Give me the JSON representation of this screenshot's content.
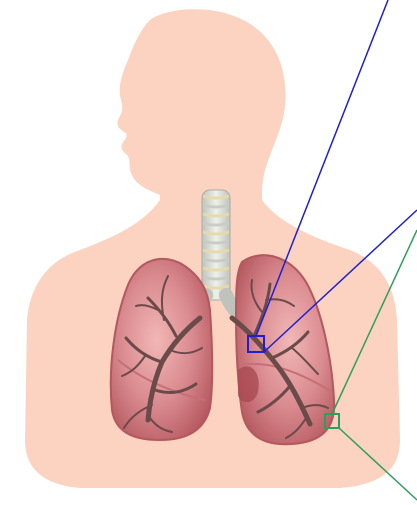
{
  "figure": {
    "subject": "human-torso-with-lungs",
    "labels": []
  },
  "colors": {
    "background": "#ffffff",
    "skin": "#fbd3c0",
    "lung_fill": "#d98a8f",
    "lung_edge": "#b4575e",
    "bronchi": "#6b4a4a",
    "trachea": "#d9dcd6",
    "trachea_rings": "#e8d9a8",
    "zoom_box_blue": "#1f1fd0",
    "zoom_box_green": "#2f9e5c"
  },
  "icons": {
    "person": "human-silhouette",
    "lungs": "lungs-illustration",
    "trachea": "windpipe-illustration"
  }
}
